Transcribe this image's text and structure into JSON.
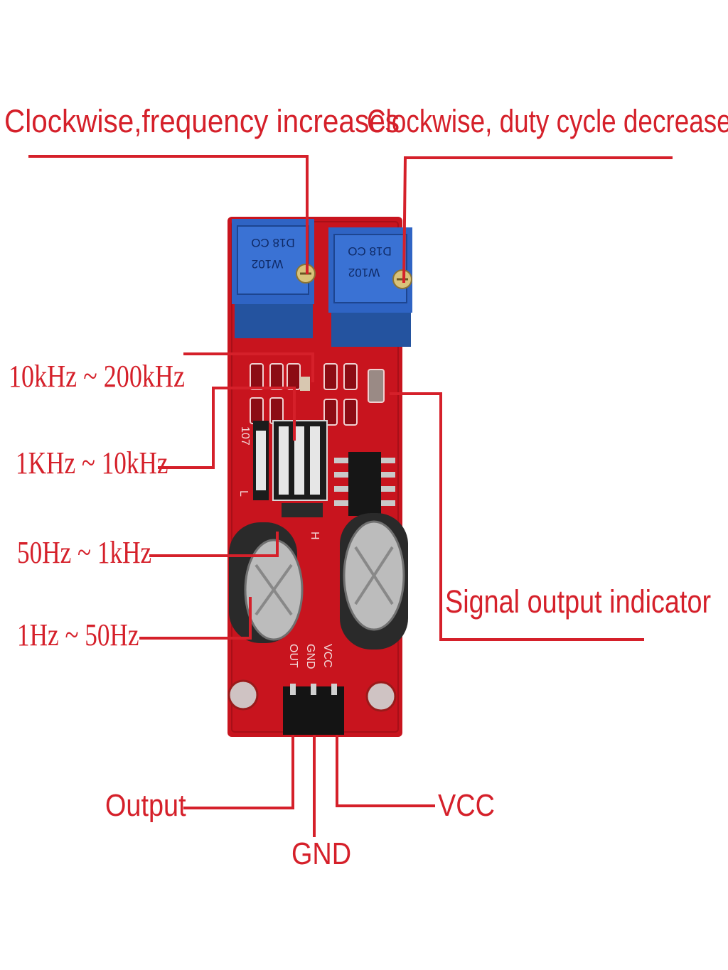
{
  "colors": {
    "annotation": "#d5202a",
    "pcb": "#c8141e",
    "trimmer": "#2f64c4",
    "capacitor": "#2a2a2a"
  },
  "labels": {
    "freq_knob": "Clockwise,frequency increases",
    "duty_knob": "Clockwise,  duty cycle decreases",
    "range_1": "10kHz ~ 200kHz",
    "range_2": "1KHz ~ 10kHz",
    "range_3": "50Hz ~ 1kHz",
    "range_4": "1Hz ~ 50Hz",
    "indicator": "Signal output indicator",
    "output": "Output",
    "gnd": "GND",
    "vcc": "VCC"
  },
  "board": {
    "pot_marking": "W102",
    "pot_code": "D18 CO",
    "silk_107": "107",
    "silk_h": "H",
    "silk_l": "L",
    "pin_vcc": "VCC",
    "pin_gnd": "GND",
    "pin_out": "OUT"
  }
}
